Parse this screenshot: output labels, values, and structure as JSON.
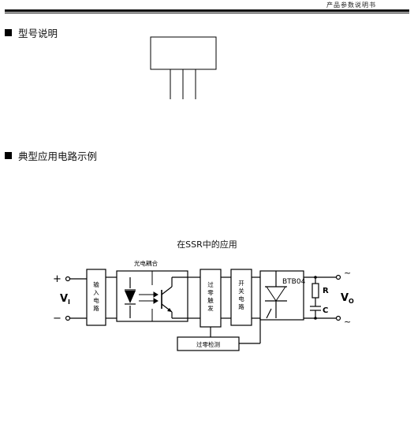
{
  "header": {
    "doc_label": "产品参数说明书"
  },
  "sections": [
    {
      "title": "型号说明"
    },
    {
      "title": "典型应用电路示例"
    }
  ],
  "diagram": {
    "title": "在SSR中的应用",
    "labels": {
      "plus": "+",
      "minus": "−",
      "vi": "V",
      "vi_sub": "I",
      "optocoupler": "光电耦合",
      "input_circuit": [
        "输",
        "入",
        "电",
        "路"
      ],
      "trigger_circuit": [
        "过",
        "零",
        "触",
        "发"
      ],
      "switch_circuit": [
        "开",
        "关",
        "电",
        "路"
      ],
      "zero_detect": "过零检测",
      "device": "BTB04",
      "r": "R",
      "c": "C",
      "vo": "V",
      "vo_sub": "O",
      "tilde_top": "~",
      "tilde_bottom": "~"
    }
  }
}
